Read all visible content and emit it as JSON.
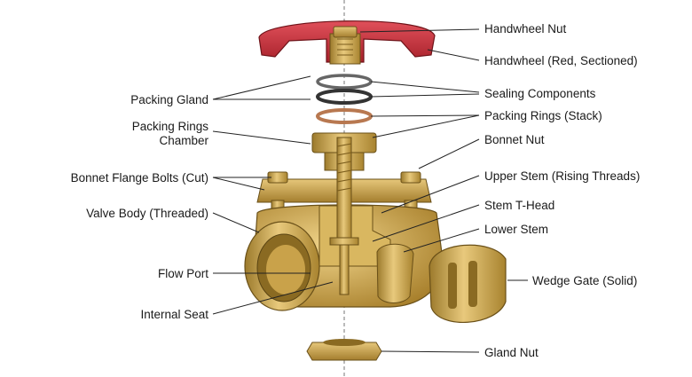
{
  "labels": {
    "handwheel_nut": "Handwheel Nut",
    "handwheel": "Handwheel (Red, Sectioned)",
    "sealing_components": "Sealing Components",
    "packing_rings_stack": "Packing Rings (Stack)",
    "bonnet_nut": "Bonnet Nut",
    "upper_stem": "Upper Stem (Rising Threads)",
    "stem_t_head": "Stem T-Head",
    "lower_stem": "Lower Stem",
    "wedge_gate": "Wedge Gate (Solid)",
    "gland_nut": "Gland Nut",
    "packing_gland": "Packing Gland",
    "packing_rings_chamber_1": "Packing Rings",
    "packing_rings_chamber_2": "Chamber",
    "bonnet_flange_bolts": "Bonnet Flange Bolts (Cut)",
    "valve_body": "Valve Body (Threaded)",
    "flow_port": "Flow Port",
    "internal_seat": "Internal Seat"
  },
  "colors": {
    "brass": "#c9a24a",
    "brass_dark": "#8a6a22",
    "brass_light": "#e6c77a",
    "handwheel_red": "#c8323a",
    "ring_dark": "#3a3a3a",
    "ring_copper": "#b87850",
    "leader": "#222222"
  }
}
